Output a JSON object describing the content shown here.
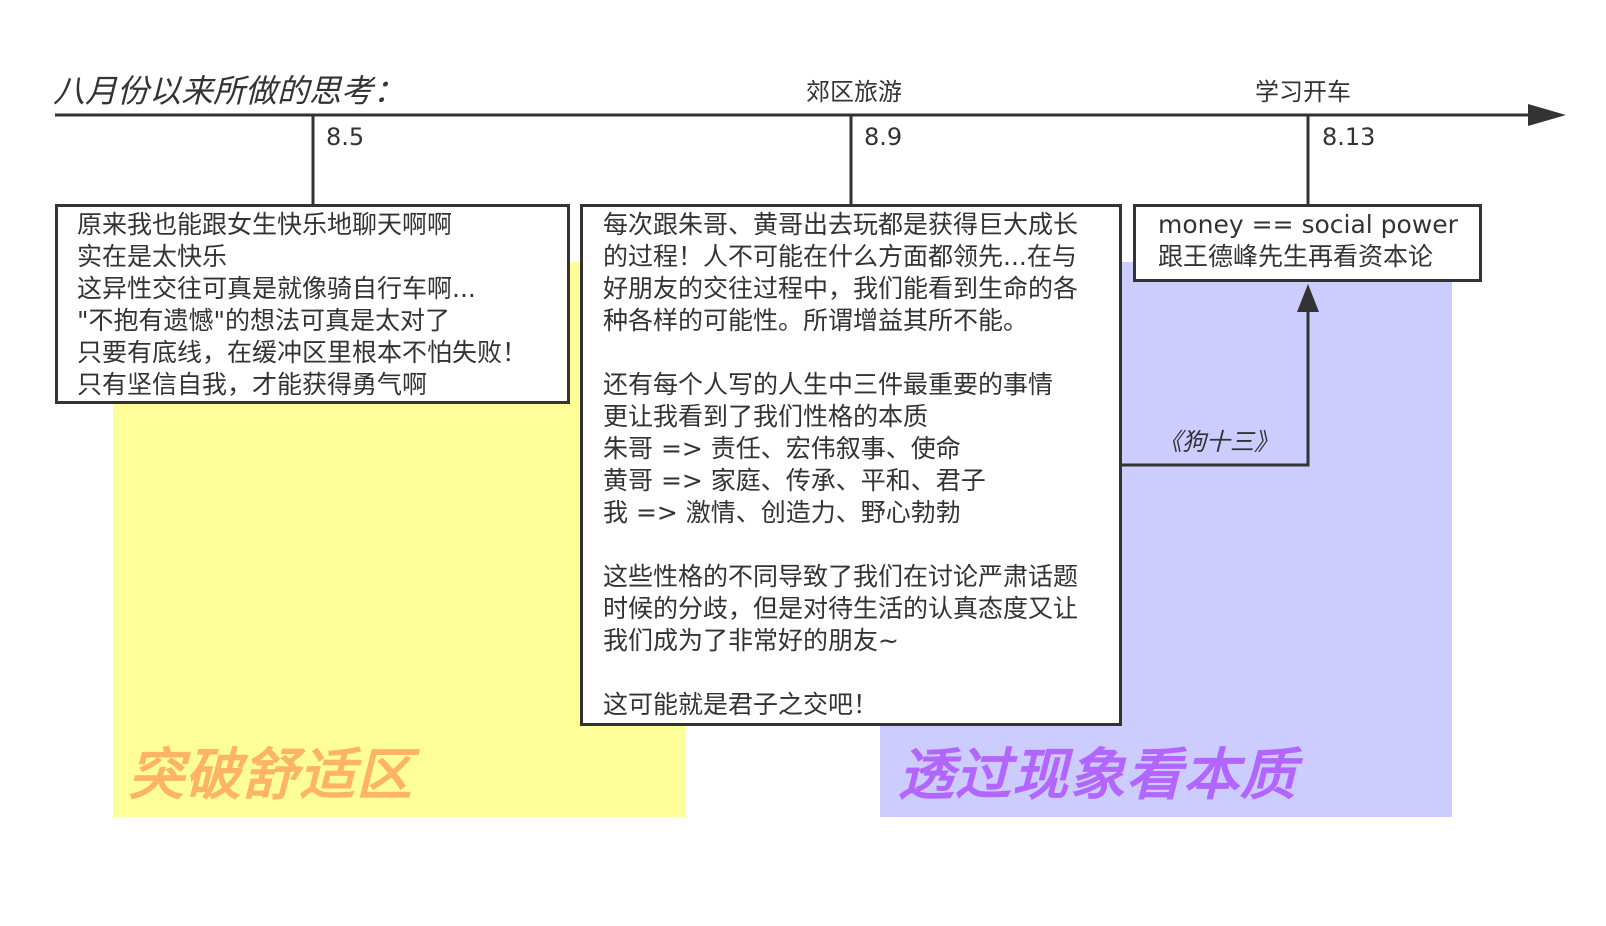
{
  "title": "八月份以来所做的思考：",
  "colors": {
    "line": "#333333",
    "yellow_region": "#ffff99",
    "yellow_label": "#ffb366",
    "purple_region": "#ccccff",
    "purple_label": "#b266ff"
  },
  "timeline": {
    "markers": [
      {
        "date": "8.5",
        "event": ""
      },
      {
        "date": "8.9",
        "event": "郊区旅游"
      },
      {
        "date": "8.13",
        "event": "学习开车"
      }
    ]
  },
  "boxes": [
    {
      "lines": [
        "原来我也能跟女生快乐地聊天啊啊",
        "实在是太快乐",
        "这异性交往可真是就像骑自行车啊...",
        "\"不抱有遗憾\"的想法可真是太对了",
        "只要有底线，在缓冲区里根本不怕失败！",
        "只有坚信自我，才能获得勇气啊"
      ]
    },
    {
      "lines": [
        "每次跟朱哥、黄哥出去玩都是获得巨大成长",
        "的过程！人不可能在什么方面都领先...在与",
        "好朋友的交往过程中，我们能看到生命的各",
        "种各样的可能性。所谓增益其所不能。",
        "",
        "还有每个人写的人生中三件最重要的事情",
        "更让我看到了我们性格的本质",
        "朱哥 => 责任、宏伟叙事、使命",
        "黄哥 => 家庭、传承、平和、君子",
        "我 => 激情、创造力、野心勃勃",
        "",
        "这些性格的不同导致了我们在讨论严肃话题",
        "时候的分歧，但是对待生活的认真态度又让",
        "我们成为了非常好的朋友~",
        "",
        "这可能就是君子之交吧！"
      ]
    },
    {
      "lines": [
        "money == social power",
        "跟王德峰先生再看资本论"
      ]
    }
  ],
  "link_label": "《狗十三》",
  "regions": {
    "yellow_label": "突破舒适区",
    "purple_label": "透过现象看本质"
  }
}
